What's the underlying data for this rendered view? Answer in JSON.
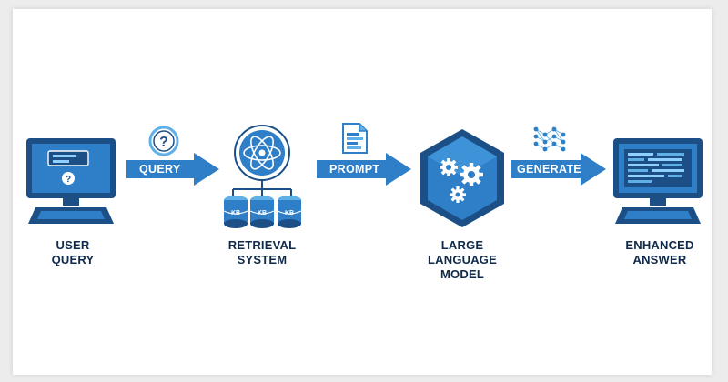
{
  "steps": [
    {
      "line1": "USER",
      "line2": "QUERY"
    },
    {
      "line1": "RETRIEVAL",
      "line2": "SYSTEM"
    },
    {
      "line1": "LARGE",
      "line2": "LANGUAGE",
      "line3": "MODEL"
    },
    {
      "line1": "ENHANCED",
      "line2": "ANSWER"
    }
  ],
  "arrows": [
    {
      "label": "QUERY",
      "icon": "question-icon"
    },
    {
      "label": "PROMPT",
      "icon": "document-icon"
    },
    {
      "label": "GENERATE",
      "icon": "neural-network-icon"
    }
  ],
  "kb_label": "KB",
  "colors": {
    "primary": "#2f7ec8",
    "dark": "#1c4f86",
    "light": "#5fb0e6",
    "text": "#0f2a4a"
  }
}
